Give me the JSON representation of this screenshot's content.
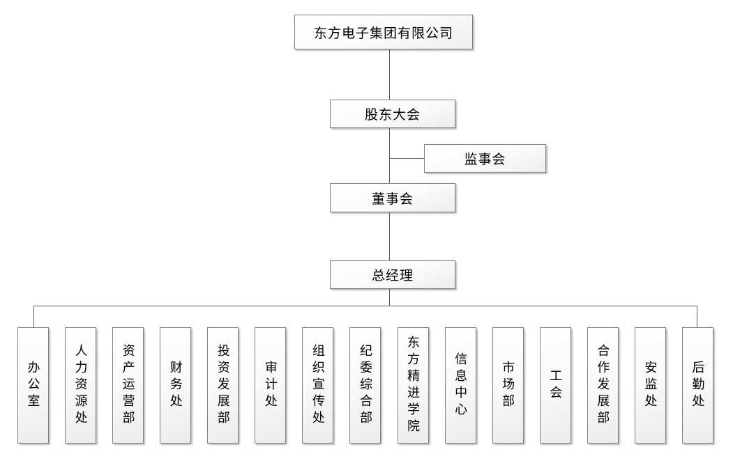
{
  "chart": {
    "type": "org-chart",
    "nodes": {
      "company": "东方电子集团有限公司",
      "shareholders_meeting": "股东大会",
      "supervisory_board": "监事会",
      "board_of_directors": "董事会",
      "general_manager": "总经理"
    },
    "departments": [
      {
        "label": "办公室"
      },
      {
        "label": "人力资源处"
      },
      {
        "label": "资产运营部"
      },
      {
        "label": "财务处"
      },
      {
        "label": "投资发展部"
      },
      {
        "label": "审计处"
      },
      {
        "label": "组织宣传处"
      },
      {
        "label": "纪委综合部"
      },
      {
        "label": "东方精进学院"
      },
      {
        "label": "信息中心"
      },
      {
        "label": "市场部"
      },
      {
        "label": "工会"
      },
      {
        "label": "合作发展部"
      },
      {
        "label": "安监处"
      },
      {
        "label": "后勤处"
      }
    ],
    "colors": {
      "background": "#ffffff",
      "box_border": "#808080",
      "box_fill_top": "#ffffff",
      "box_fill_bottom": "#ececec",
      "connector": "#595959",
      "text": "#000000"
    }
  }
}
